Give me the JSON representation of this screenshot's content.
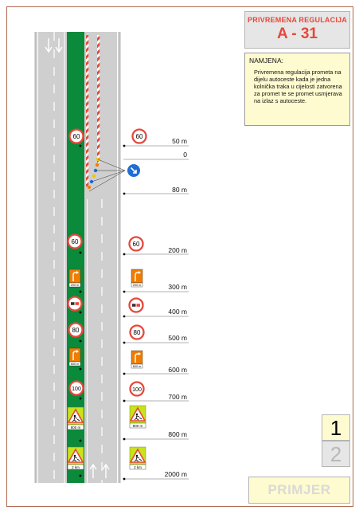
{
  "title": {
    "regulation": "PRIVREMENA REGULACIJA",
    "code": "A - 31"
  },
  "namjena": {
    "heading": "NAMJENA:",
    "text": "Privremena regulacija prometa na dijelu autoceste kada je jedna kolnička traka u cijelosti zatvorena za promet te se promet usmjerava na izlaz s autoceste."
  },
  "pages": {
    "current": "1",
    "next": "2"
  },
  "stamp": "PRIMJER",
  "distances": [
    "50 m",
    "0",
    "80 m",
    "200 m",
    "300 m",
    "400 m",
    "500 m",
    "600 m",
    "700 m",
    "800 m",
    "2000 m"
  ],
  "signs": {
    "speed_60": "60",
    "speed_80": "80",
    "speed_100": "100",
    "plate_200": "200 m",
    "plate_600": "600 m",
    "plate_800": "800 m",
    "plate_2km": "2 km"
  },
  "colors": {
    "median": "#0a8a3a",
    "road": "#cfcfcf",
    "accent": "#e8473a",
    "note_bg": "#fffbd0",
    "frame": "#b06a50"
  }
}
